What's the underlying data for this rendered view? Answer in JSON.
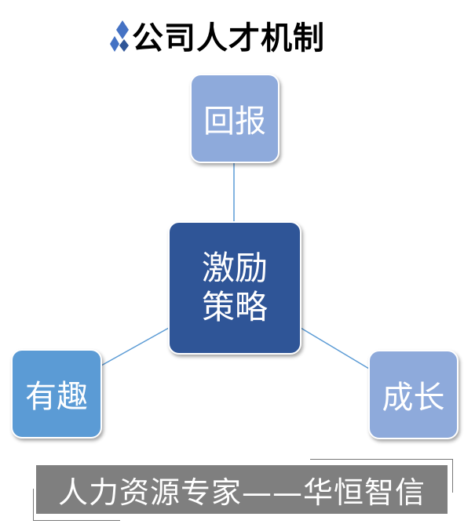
{
  "title": "公司人才机制",
  "center": {
    "line1": "激励",
    "line2": "策略"
  },
  "nodes": {
    "top": "回报",
    "left": "有趣",
    "right": "成长"
  },
  "banner": "人力资源专家——华恒智信",
  "colors": {
    "center": "#2f5597",
    "top": "#8eaadb",
    "left": "#5b9bd5",
    "right": "#8eaadb",
    "banner": "#7f7f7f"
  }
}
